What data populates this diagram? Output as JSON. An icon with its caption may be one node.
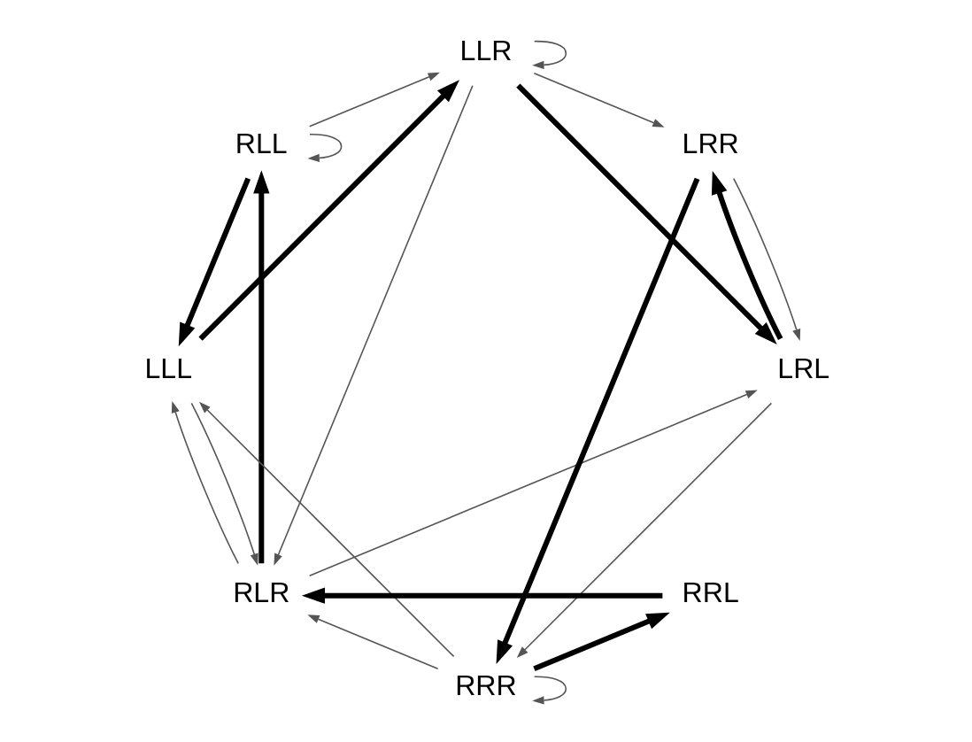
{
  "diagram": {
    "nodes": [
      {
        "text": [
          "RLR"
        ]
      },
      {
        "text": [
          "RRL"
        ]
      },
      {
        "text": [
          "RLL"
        ]
      },
      {
        "text": [
          "RRR"
        ]
      },
      {
        "text": [
          "LRR"
        ]
      },
      {
        "text": [
          "LLL"
        ]
      },
      {
        "text": [
          "LRL"
        ]
      },
      {
        "text": [
          "LLR"
        ]
      }
    ],
    "edges": [
      {
        "from": 3,
        "to": 1,
        "arrow": "to",
        "style": "thick"
      },
      {
        "from": 1,
        "to": 0,
        "arrow": "to",
        "style": "thick"
      },
      {
        "from": 0,
        "to": 2,
        "arrow": "to",
        "style": "thick"
      },
      {
        "from": 4,
        "to": 3,
        "arrow": "to",
        "style": "thick"
      },
      {
        "from": 2,
        "to": 5,
        "arrow": "to",
        "style": "thick"
      },
      {
        "from": 5,
        "to": 7,
        "arrow": "to",
        "style": "thick"
      },
      {
        "from": 7,
        "to": 6,
        "arrow": "to",
        "style": "thick"
      },
      {
        "from": 6,
        "to": 4,
        "arrow": "to",
        "style": "thick"
      },
      {
        "from": 2,
        "to": 2,
        "arrow": "to"
      },
      {
        "from": 3,
        "to": 3,
        "arrow": "to"
      },
      {
        "from": 7,
        "to": 7,
        "arrow": "to"
      },
      {
        "from": 3,
        "to": 0,
        "arrow": "to"
      },
      {
        "from": 5,
        "to": 0,
        "arrow": "to"
      },
      {
        "from": 0,
        "to": 5,
        "arrow": "to"
      },
      {
        "from": 7,
        "to": 0,
        "arrow": "to"
      },
      {
        "from": 0,
        "to": 6,
        "arrow": "to"
      },
      {
        "from": 2,
        "to": 7,
        "arrow": "to"
      },
      {
        "from": 6,
        "to": 3,
        "arrow": "to"
      },
      {
        "from": 7,
        "to": 4,
        "arrow": "to"
      },
      {
        "from": 4,
        "to": 6,
        "arrow": "to"
      },
      {
        "from": 3,
        "to": 5,
        "arrow": "to"
      }
    ]
  }
}
